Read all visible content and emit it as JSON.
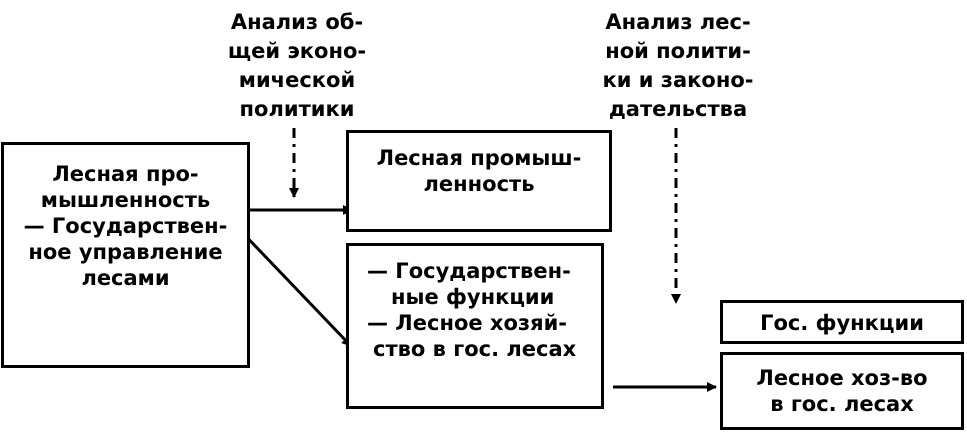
{
  "notes": {
    "economic_policy": [
      "Анализ об-",
      "щей эконо-",
      "мической",
      "политики"
    ],
    "forest_policy": [
      "Анализ лес-",
      "ной полити-",
      "ки и законо-",
      "дательства"
    ]
  },
  "boxes": {
    "source": [
      "Лесная про-",
      "мышленность",
      "— Государствен-",
      "ное управление",
      "лесами"
    ],
    "forest_industry": [
      "Лесная промыш-",
      "ленность"
    ],
    "state_functions": [
      "— Государствен-",
      "ные функции",
      "— Лесное хозяй-",
      "ство в гос. лесах"
    ],
    "gov_functions": [
      "Гос. функции"
    ],
    "state_forestry": [
      "Лесное хоз-во",
      "в гос. лесах"
    ]
  }
}
